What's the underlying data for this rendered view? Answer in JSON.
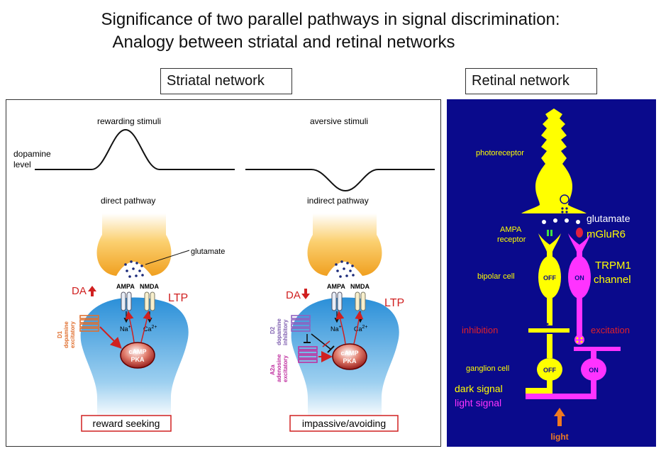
{
  "title": {
    "line1": "Significance of two parallel pathways in signal discrimination:",
    "line2": "Analogy between striatal and retinal networks"
  },
  "striatal": {
    "label": "Striatal network",
    "dopamine_level": [
      "dopamine",
      "level"
    ],
    "left": {
      "stimulus": "rewarding stimuli",
      "pathway": "direct pathway",
      "glutamate": "glutamate",
      "ampa": "AMPA",
      "nmda": "NMDA",
      "da": "DA",
      "ltp": "LTP",
      "na": "Na",
      "ca": "Ca",
      "camp": "cAMP",
      "pka": "PKA",
      "receptor": [
        "D1",
        "dopamine",
        "excitatory"
      ],
      "outcome": "reward seeking"
    },
    "right": {
      "stimulus": "aversive stimuli",
      "pathway": "indirect pathway",
      "ampa": "AMPA",
      "nmda": "NMDA",
      "da": "DA",
      "ltp": "LTP",
      "na": "Na",
      "ca": "Ca",
      "camp": "cAMP",
      "pka": "PKA",
      "receptor1": [
        "D2",
        "dopamine",
        "inhibitory"
      ],
      "receptor2": [
        "A2a",
        "adenosine",
        "excitatory"
      ],
      "outcome": "impassive/avoiding"
    }
  },
  "retinal": {
    "label": "Retinal network",
    "photoreceptor": "photoreceptor",
    "glutamate": "glutamate",
    "ampa": [
      "AMPA",
      "receptor"
    ],
    "mglur6": "mGluR6",
    "trpm1": [
      "TRPM1",
      "channel"
    ],
    "bipolar": "bipolar cell",
    "off": "OFF",
    "on": "ON",
    "inhibition": "inhibition",
    "excitation": "excitation",
    "ganglion": "ganglion cell",
    "dark_signal": "dark signal",
    "light_signal": "light signal",
    "light": "light"
  },
  "colors": {
    "retina_bg": "#0a0a8c",
    "yellow": "#ffff00",
    "magenta": "#ff33ff",
    "red": "#e0202a",
    "orange": "#f07a20",
    "purple": "#b030a0",
    "blue_cell": "#3aa0e0",
    "synapse": "#f5b030"
  }
}
